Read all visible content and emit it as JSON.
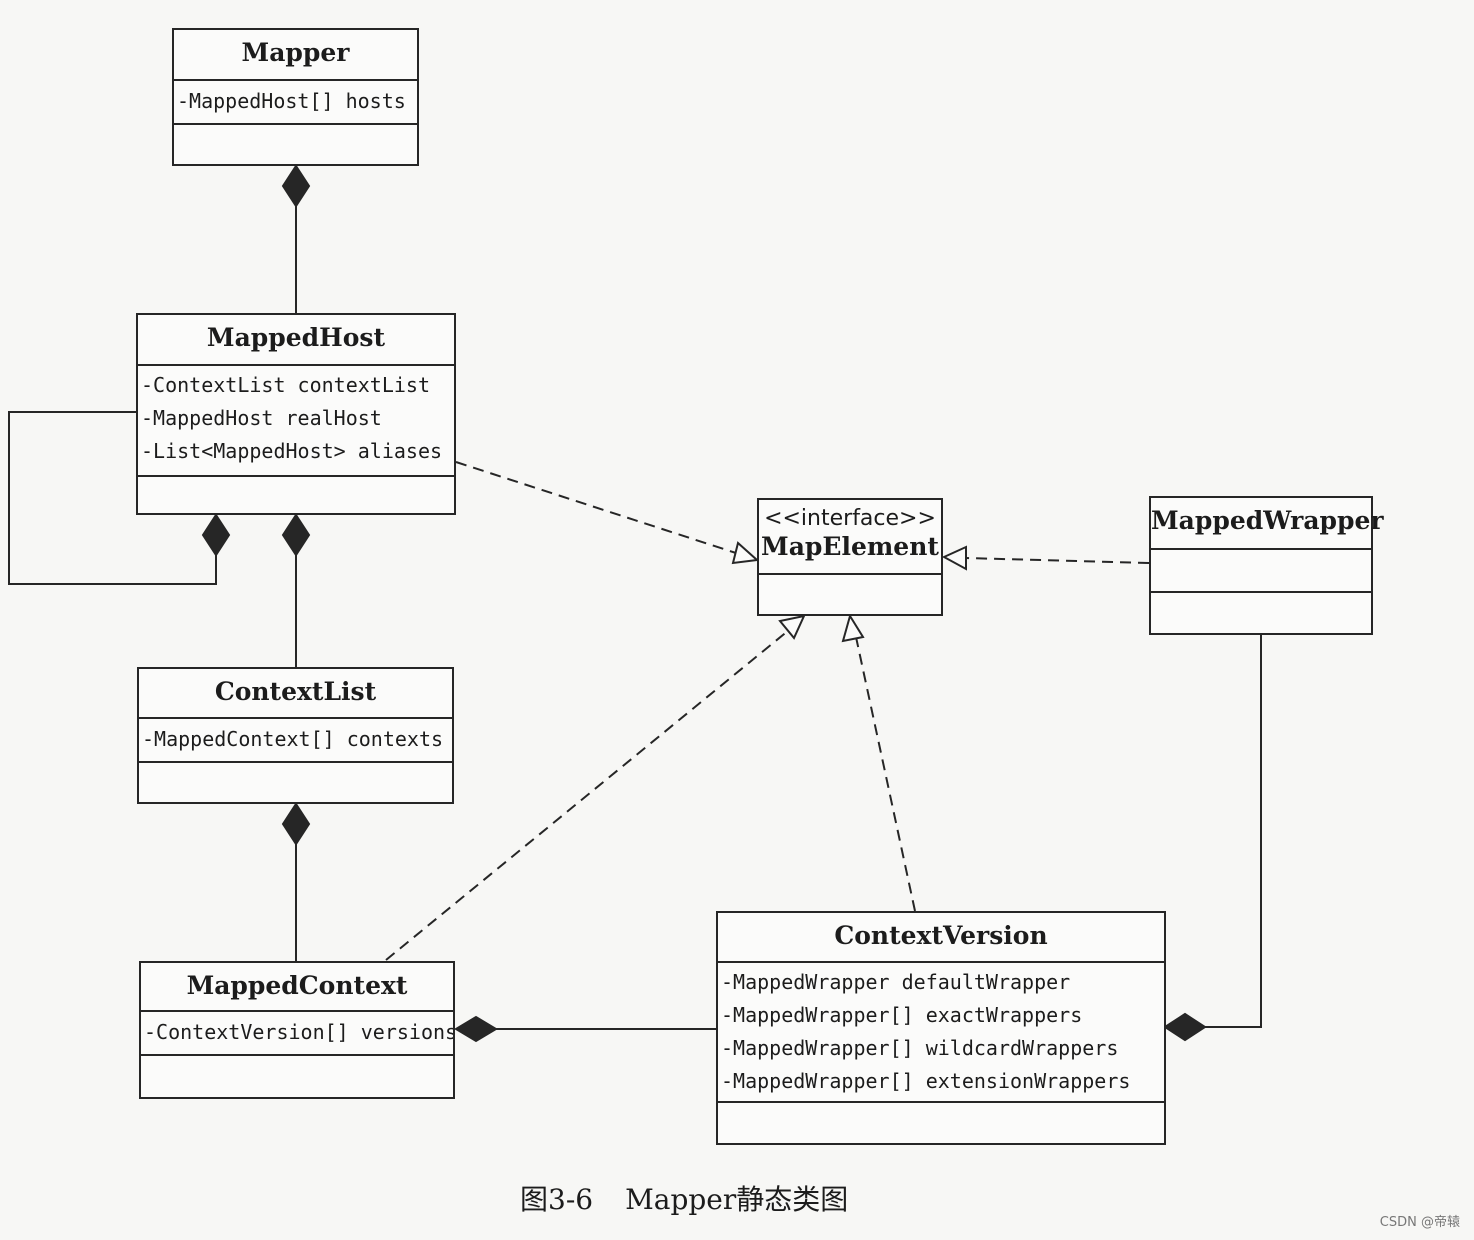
{
  "classes": {
    "mapper": {
      "name": "Mapper",
      "attrs": [
        "-MappedHost[] hosts"
      ]
    },
    "mapped_host": {
      "name": "MappedHost",
      "attrs": [
        "-ContextList contextList",
        "-MappedHost realHost",
        "-List<MappedHost> aliases"
      ]
    },
    "context_list": {
      "name": "ContextList",
      "attrs": [
        "-MappedContext[] contexts"
      ]
    },
    "mapped_context": {
      "name": "MappedContext",
      "attrs": [
        "-ContextVersion[] versions"
      ]
    },
    "map_element": {
      "stereotype": "<<interface>>",
      "name": "MapElement",
      "attrs": []
    },
    "mapped_wrapper": {
      "name": "MappedWrapper",
      "attrs": []
    },
    "context_version": {
      "name": "ContextVersion",
      "attrs": [
        "-MappedWrapper defaultWrapper",
        "-MappedWrapper[] exactWrappers",
        "-MappedWrapper[] wildcardWrappers",
        "-MappedWrapper[] extensionWrappers"
      ]
    }
  },
  "relations": [
    {
      "type": "composition",
      "from": "mapped_host",
      "to": "mapper"
    },
    {
      "type": "composition",
      "from": "mapped_host",
      "to": "mapped_host",
      "note": "self-association"
    },
    {
      "type": "composition",
      "from": "context_list",
      "to": "mapped_host"
    },
    {
      "type": "composition",
      "from": "mapped_context",
      "to": "context_list"
    },
    {
      "type": "composition",
      "from": "context_version",
      "to": "mapped_context"
    },
    {
      "type": "composition",
      "from": "mapped_wrapper",
      "to": "context_version"
    },
    {
      "type": "realization",
      "from": "mapped_host",
      "to": "map_element"
    },
    {
      "type": "realization",
      "from": "mapped_wrapper",
      "to": "map_element"
    },
    {
      "type": "realization",
      "from": "mapped_context",
      "to": "map_element"
    },
    {
      "type": "realization",
      "from": "context_version",
      "to": "map_element"
    }
  ],
  "caption": {
    "figure_no": "图3-6",
    "title": "Mapper静态类图"
  },
  "watermark": "CSDN @帝辕",
  "colors": {
    "line": "#262626",
    "background": "#f7f7f5",
    "box_fill": "#fbfbfa"
  }
}
